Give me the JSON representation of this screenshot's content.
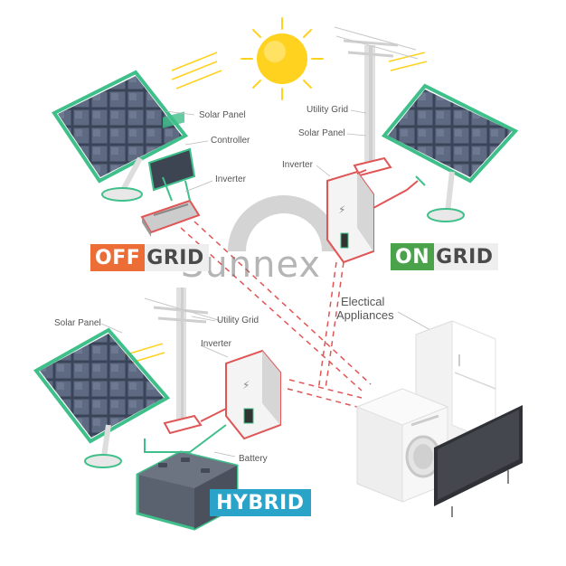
{
  "labels": {
    "off_solar_panel": "Solar Panel",
    "off_controller": "Controller",
    "off_inverter": "Inverter",
    "on_utility_grid": "Utility Grid",
    "on_solar_panel": "Solar Panel",
    "on_inverter": "Inverter",
    "appliances_line1": "Electical",
    "appliances_line2": "Appliances",
    "hy_solar_panel": "Solar Panel",
    "hy_utility_grid": "Utility Grid",
    "hy_inverter": "Inverter",
    "hy_battery": "Battery"
  },
  "tags": {
    "offgrid_a": "OFF",
    "offgrid_b": "GRID",
    "ongrid_a": "ON",
    "ongrid_b": "GRID",
    "hybrid": "HYBRID"
  },
  "watermark": "Sunnex",
  "colors": {
    "offgrid_accent": "#ec6d35",
    "ongrid_accent": "#4aa34a",
    "hybrid_accent": "#2aa3c9",
    "cable_green": "#3fbf8a",
    "cable_red": "#e05555",
    "sun": "#ffd21f"
  }
}
